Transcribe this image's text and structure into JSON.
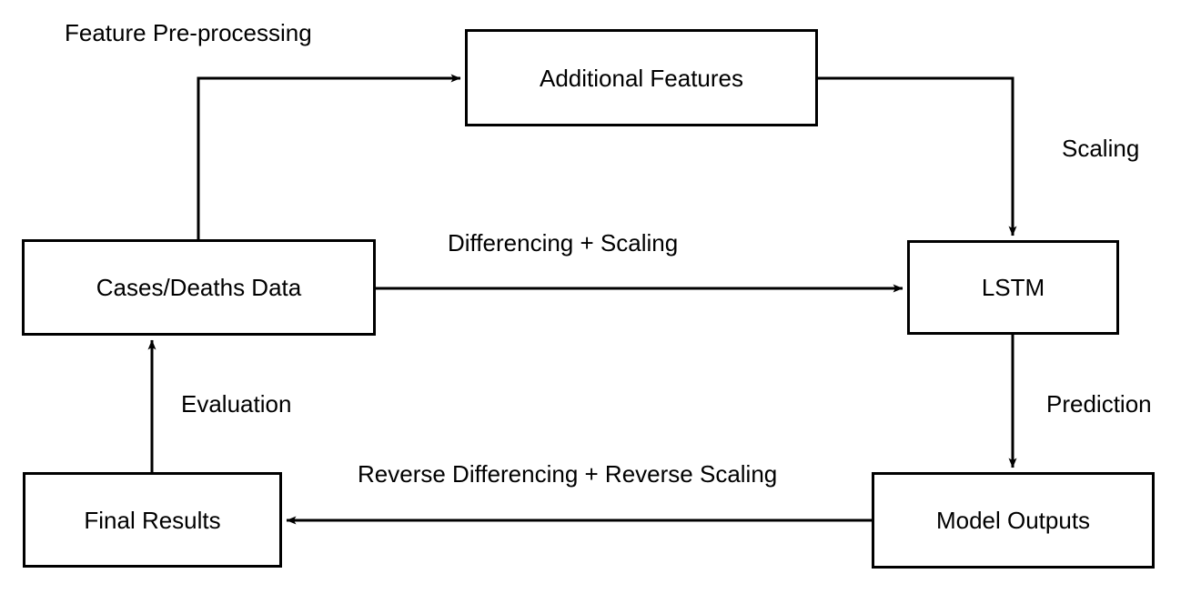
{
  "diagram": {
    "title": "LSTM forecasting pipeline flowchart",
    "stroke_color": "#000000",
    "background_color": "#ffffff",
    "nodes": [
      {
        "id": "additional-features",
        "label": "Additional Features"
      },
      {
        "id": "cases-deaths-data",
        "label": "Cases/Deaths Data"
      },
      {
        "id": "lstm",
        "label": "LSTM"
      },
      {
        "id": "final-results",
        "label": "Final Results"
      },
      {
        "id": "model-outputs",
        "label": "Model Outputs"
      }
    ],
    "edges": [
      {
        "id": "feature-preprocessing",
        "label": "Feature Pre-processing",
        "from": "cases-deaths-data",
        "to": "additional-features"
      },
      {
        "id": "scaling",
        "label": "Scaling",
        "from": "additional-features",
        "to": "lstm"
      },
      {
        "id": "differencing-scaling",
        "label": "Differencing + Scaling",
        "from": "cases-deaths-data",
        "to": "lstm"
      },
      {
        "id": "prediction",
        "label": "Prediction",
        "from": "lstm",
        "to": "model-outputs"
      },
      {
        "id": "reverse-diff-scaling",
        "label": "Reverse Differencing + Reverse Scaling",
        "from": "model-outputs",
        "to": "final-results"
      },
      {
        "id": "evaluation",
        "label": "Evaluation",
        "from": "final-results",
        "to": "cases-deaths-data"
      }
    ]
  }
}
